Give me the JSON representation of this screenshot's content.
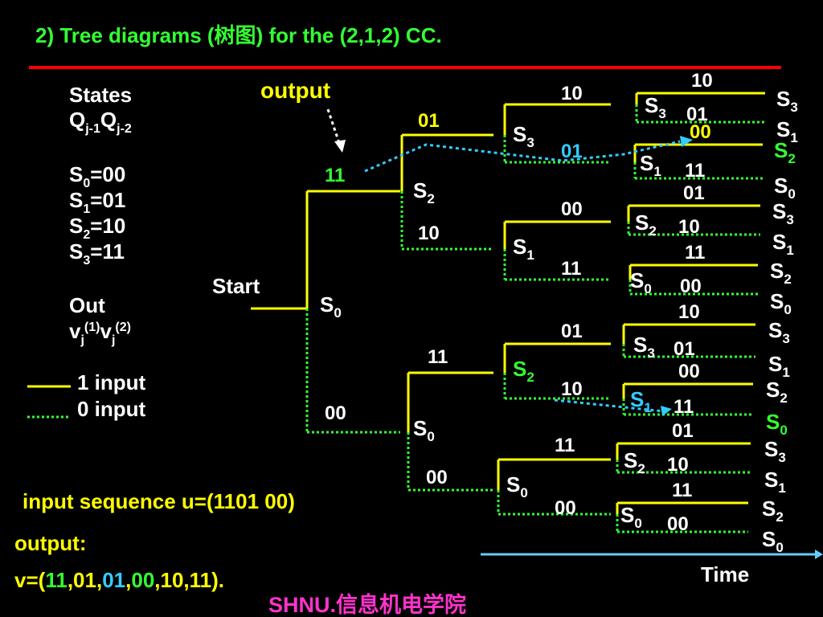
{
  "title": {
    "prefix": "2) Tree diagrams (",
    "cjk": "树图",
    "close": ")",
    "suffix": " for the (2,1,2) CC."
  },
  "colors": {
    "background": "#000000",
    "title": "#33ff33",
    "rule": "#ff0000",
    "branch_one": "#ffff00",
    "branch_zero": "#33ff33",
    "highlight": "#33ccff",
    "footer": "#ff33cc",
    "text": "#ffffff"
  },
  "legend": {
    "states_heading": "States",
    "states_q": "Q",
    "states_sub1": "j-1",
    "states_sub2": "j-2",
    "s": "S",
    "defs": [
      {
        "idx": "0",
        "val": "=00"
      },
      {
        "idx": "1",
        "val": "=01"
      },
      {
        "idx": "2",
        "val": "=10"
      },
      {
        "idx": "3",
        "val": "=11"
      }
    ],
    "out_heading": "Out",
    "v": "v",
    "sub_j": "j",
    "sup1": "(1)",
    "sup2": "(2)",
    "one_input": "1 input",
    "zero_input": "0 input"
  },
  "labels": {
    "output": "output",
    "start": "Start",
    "time": "Time"
  },
  "bottom": {
    "input_seq": "input sequence u=(1101 00)",
    "output_label": "output:",
    "v_prefix": "v=(",
    "v_parts": [
      {
        "text": "11",
        "color": "#33ff33"
      },
      {
        "text": ",",
        "color": "#ffff00"
      },
      {
        "text": "01",
        "color": "#ffff00"
      },
      {
        "text": ",",
        "color": "#ffff00"
      },
      {
        "text": "01",
        "color": "#33ccff"
      },
      {
        "text": ",",
        "color": "#ffff00"
      },
      {
        "text": "00",
        "color": "#33ff33"
      },
      {
        "text": ",10,11).",
        "color": "#ffff00"
      }
    ],
    "footer_latin": "SHNU.",
    "footer_cjk": "信息机电学院"
  },
  "tree": {
    "level1": {
      "node": {
        "s": "S",
        "sub": "0"
      },
      "up_output": "11",
      "down_output": "00"
    },
    "level2": [
      {
        "node": {
          "s": "S",
          "sub": "2"
        },
        "up_output": "01",
        "down_output": "10"
      },
      {
        "node": {
          "s": "S",
          "sub": "0"
        },
        "up_output": "11",
        "down_output": "00"
      }
    ],
    "level3": [
      {
        "node": {
          "s": "S",
          "sub": "3"
        },
        "up_output": "10",
        "down_output": "01",
        "down_highlight": true
      },
      {
        "node": {
          "s": "S",
          "sub": "1"
        },
        "up_output": "00",
        "down_output": "11"
      },
      {
        "node": {
          "s": "S",
          "sub": "2"
        },
        "up_output": "01",
        "down_output": "10",
        "node_highlight": true
      },
      {
        "node": {
          "s": "S",
          "sub": "0"
        },
        "up_output": "11",
        "down_output": "00"
      }
    ],
    "level4": [
      {
        "node": {
          "s": "S",
          "sub": "3"
        },
        "up_output": "10",
        "down_output": "01",
        "up_end": "3",
        "down_end": "1"
      },
      {
        "node": {
          "s": "S",
          "sub": "1"
        },
        "up_output": "00",
        "down_output": "11",
        "up_end": "2",
        "down_end": "0",
        "up_highlight": true
      },
      {
        "node": {
          "s": "S",
          "sub": "2"
        },
        "up_output": "01",
        "down_output": "10",
        "up_end": "3",
        "down_end": "1"
      },
      {
        "node": {
          "s": "S",
          "sub": "0"
        },
        "up_output": "11",
        "down_output": "00",
        "up_end": "2",
        "down_end": "0"
      },
      {
        "node": {
          "s": "S",
          "sub": "3"
        },
        "up_output": "10",
        "down_output": "01",
        "up_end": "3",
        "down_end": "1"
      },
      {
        "node": {
          "s": "S",
          "sub": "1"
        },
        "up_output": "00",
        "down_output": "11",
        "up_end": "2",
        "down_end": "0",
        "node_highlight": true,
        "down_highlight": true
      },
      {
        "node": {
          "s": "S",
          "sub": "2"
        },
        "up_output": "01",
        "down_output": "10",
        "up_end": "3",
        "down_end": "1"
      },
      {
        "node": {
          "s": "S",
          "sub": "0"
        },
        "up_output": "11",
        "down_output": "00",
        "up_end": "2",
        "down_end": "0"
      }
    ]
  }
}
